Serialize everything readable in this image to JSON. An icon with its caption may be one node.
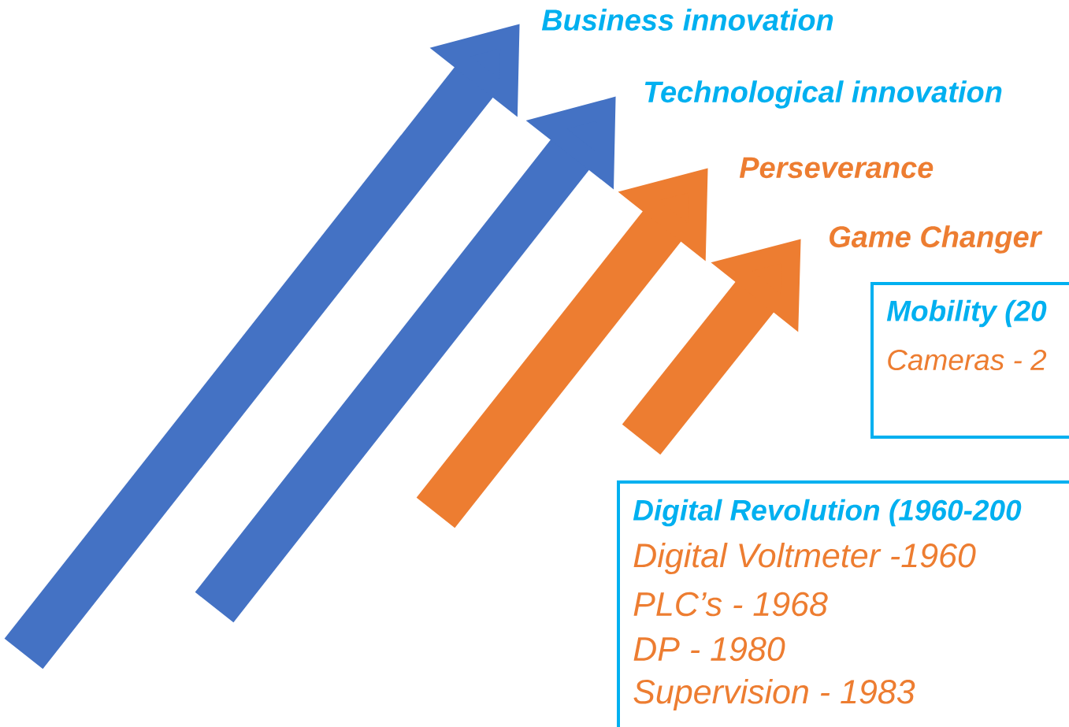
{
  "diagram": {
    "nodes": [
      {
        "text": [
          "Business innovation"
        ]
      },
      {
        "text": [
          "Technological innovation"
        ]
      },
      {
        "text": [
          "Perseverance"
        ]
      },
      {
        "text": [
          "Game Changer"
        ]
      },
      {
        "text": [
          "Mobility (20",
          "Cameras - 2"
        ]
      },
      {
        "text": [
          "Digital Revolution (1960-200",
          "Digital Voltmeter -1960",
          "PLC’s - 1968",
          "DP - 1980",
          "Supervision - 1983"
        ]
      }
    ],
    "edges": [
      {
        "from": null,
        "to": 0,
        "arrow": "to",
        "color": "#4472c4"
      },
      {
        "from": null,
        "to": 1,
        "arrow": "to",
        "color": "#4472c4"
      },
      {
        "from": null,
        "to": 2,
        "arrow": "to",
        "color": "#ed7d31"
      },
      {
        "from": null,
        "to": 3,
        "arrow": "to",
        "color": "#ed7d31"
      }
    ]
  }
}
